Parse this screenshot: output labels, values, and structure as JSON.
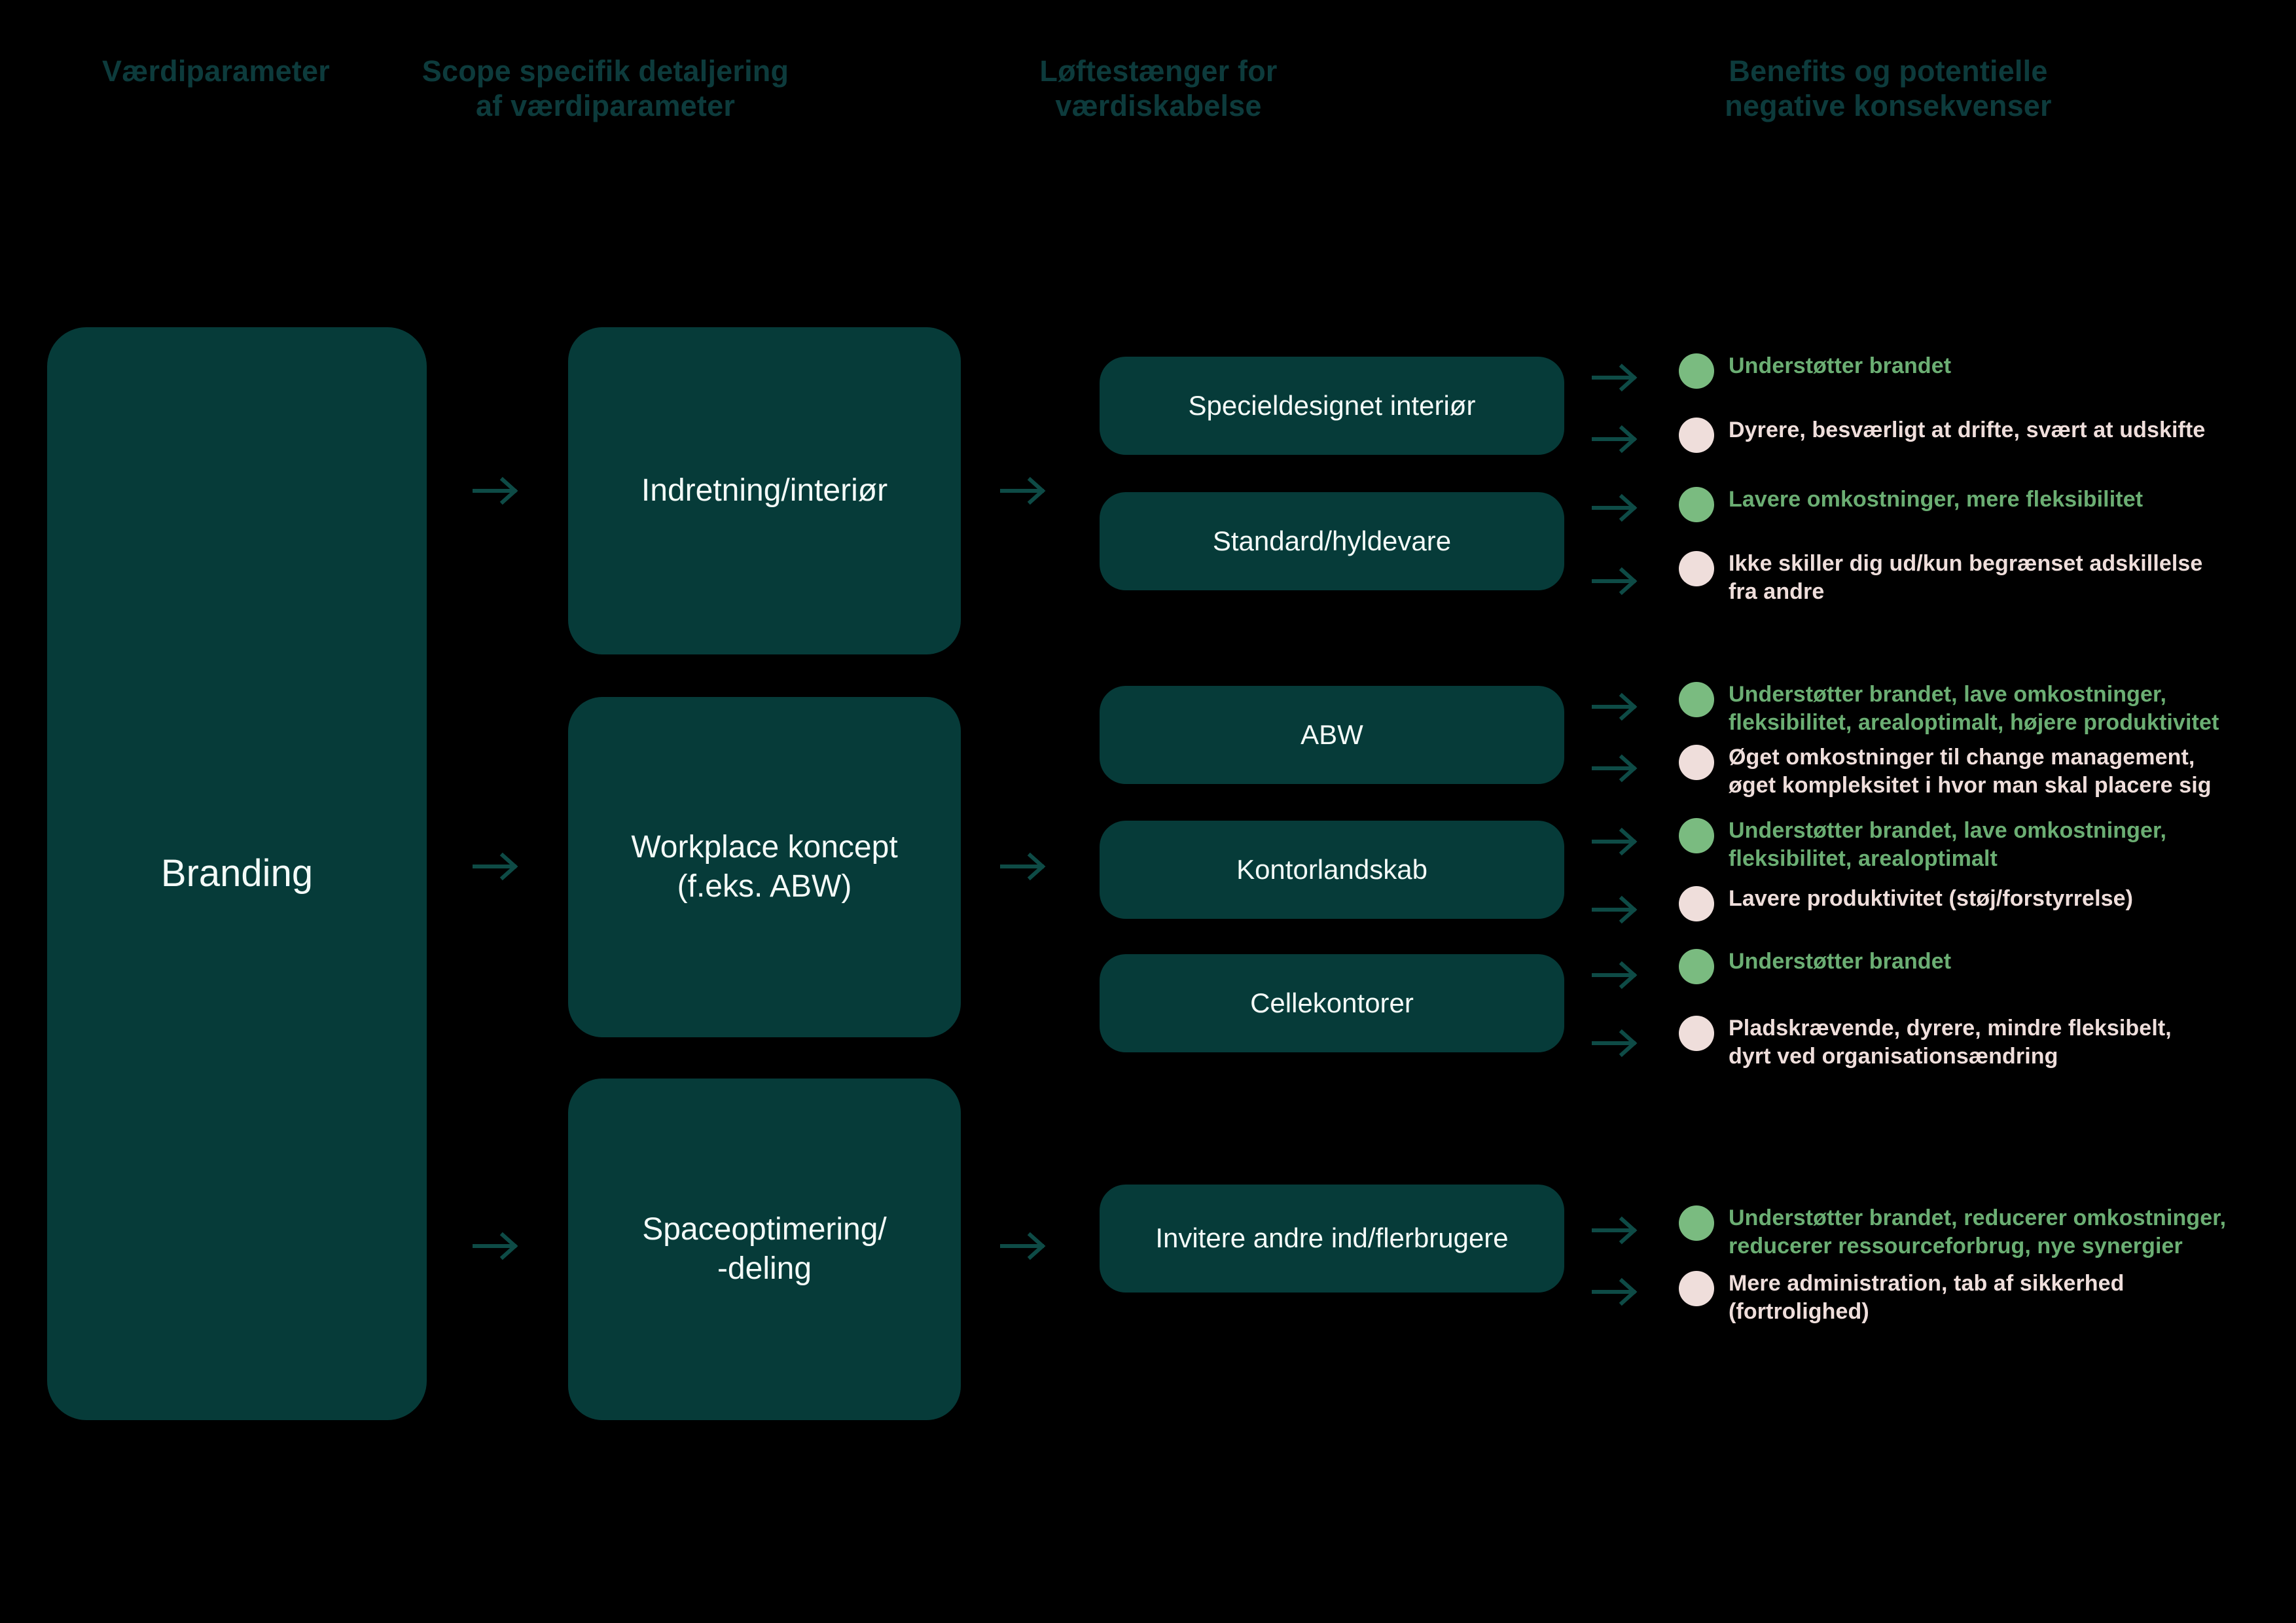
{
  "theme": {
    "background": "#000000",
    "box_fill": "#063B39",
    "header_text": "#0D3B3C",
    "box_text": "#F4FBF8",
    "arrow": "#0E4B46",
    "benefit_green": "#6BAE73",
    "benefit_pink": "#EFDEDB",
    "dot_green": "#7ABB80",
    "dot_pink": "#EFDEDB"
  },
  "headers": [
    {
      "label": "Værdiparameter"
    },
    {
      "label": "Scope specifik detaljering\naf værdiparameter"
    },
    {
      "label": "Løftestænger for\nværdiskabelse"
    },
    {
      "label": "Benefits og potentielle\nnegative konsekvenser"
    }
  ],
  "value_parameter": {
    "label": "Branding"
  },
  "scopes": [
    {
      "label": "Indretning/interiør"
    },
    {
      "label": "Workplace koncept\n(f.eks. ABW)"
    },
    {
      "label": "Spaceoptimering/\n-deling"
    }
  ],
  "levers": [
    {
      "label": "Specieldesignet interiør"
    },
    {
      "label": "Standard/hyldevare"
    },
    {
      "label": "ABW"
    },
    {
      "label": "Kontorlandskab"
    },
    {
      "label": "Cellekontorer"
    },
    {
      "label": "Invitere andre ind/flerbrugere"
    }
  ],
  "benefits": [
    {
      "type": "positive",
      "text": "Understøtter brandet"
    },
    {
      "type": "negative",
      "text": "Dyrere, besværligt at drifte, svært at udskifte"
    },
    {
      "type": "positive",
      "text": "Lavere omkostninger, mere fleksibilitet"
    },
    {
      "type": "negative",
      "text": "Ikke skiller dig ud/kun begrænset adskillelse\nfra andre"
    },
    {
      "type": "positive",
      "text": "Understøtter brandet, lave omkostninger,\nfleksibilitet, arealoptimalt, højere produktivitet"
    },
    {
      "type": "negative",
      "text": "Øget omkostninger til change management,\nøget kompleksitet i hvor man skal placere sig"
    },
    {
      "type": "positive",
      "text": "Understøtter brandet, lave omkostninger,\nfleksibilitet, arealoptimalt"
    },
    {
      "type": "negative",
      "text": "Lavere produktivitet (støj/forstyrrelse)"
    },
    {
      "type": "positive",
      "text": "Understøtter brandet"
    },
    {
      "type": "negative",
      "text": "Pladskrævende, dyrere, mindre fleksibelt,\ndyrt ved organisationsændring"
    },
    {
      "type": "positive",
      "text": "Understøtter brandet, reducerer omkostninger,\nreducerer ressourceforbrug, nye synergier"
    },
    {
      "type": "negative",
      "text": "Mere administration, tab af sikkerhed\n(fortrolighed)"
    }
  ],
  "arrows": {
    "icon": "arrow-right-icon",
    "count": 18
  }
}
